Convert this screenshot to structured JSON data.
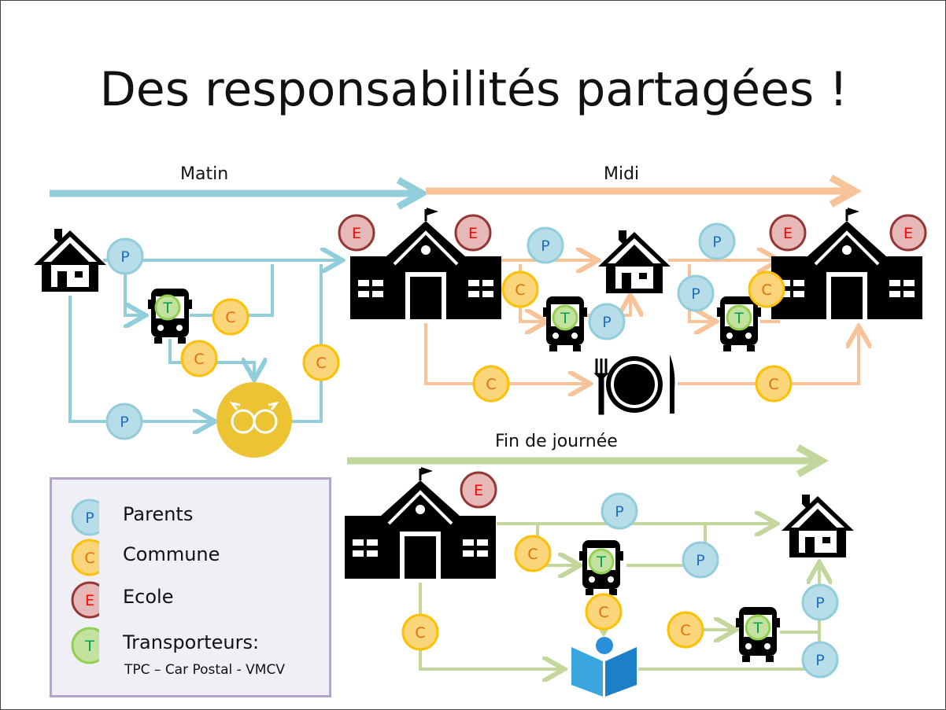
{
  "title": "Des responsabilités partagées !",
  "periods": {
    "morning": "Matin",
    "noon": "Midi",
    "evening": "Fin de journée"
  },
  "roles": {
    "P": {
      "letter": "P",
      "label": "Parents",
      "fill": "#b7dde8",
      "stroke": "#92cddc",
      "text": "#1f6fbf"
    },
    "C": {
      "letter": "C",
      "label": "Commune",
      "fill": "#fbd57a",
      "stroke": "#ffc000",
      "text": "#e46c0a"
    },
    "E": {
      "letter": "E",
      "label": "Ecole",
      "fill": "#e6b9b8",
      "stroke": "#953735",
      "text": "#ff0000"
    },
    "T": {
      "letter": "T",
      "label": "Transporteurs:",
      "fill": "#c3e2a0",
      "stroke": "#92d050",
      "text": "#00a050"
    }
  },
  "legend_sub": "TPC – Car Postal - VMCV",
  "colors": {
    "morning": "#92cddc",
    "noon": "#f9c39a",
    "evening": "#c3d69b"
  }
}
